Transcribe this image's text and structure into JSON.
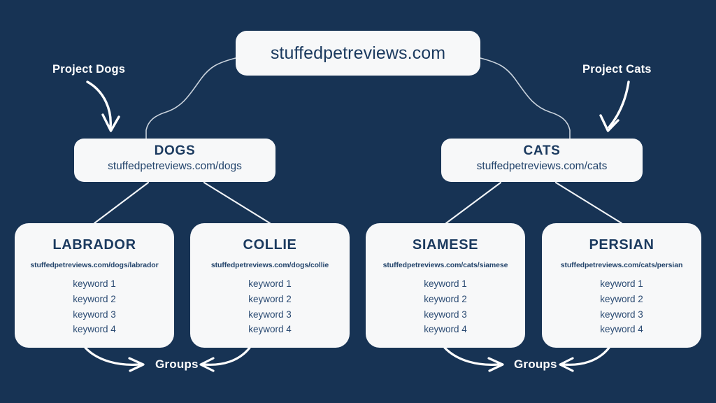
{
  "canvas": {
    "background_color": "#173354",
    "card_color": "#f7f8f9",
    "text_color": "#1b3a5f",
    "annotation_color": "#ffffff"
  },
  "root": {
    "title": "stuffedpetreviews.com"
  },
  "categories": [
    {
      "name": "DOGS",
      "url": "stuffedpetreviews.com/dogs"
    },
    {
      "name": "CATS",
      "url": "stuffedpetreviews.com/cats"
    }
  ],
  "leaves": [
    {
      "name": "LABRADOR",
      "url": "stuffedpetreviews.com/dogs/labrador",
      "keywords": [
        "keyword 1",
        "keyword 2",
        "keyword 3",
        "keyword 4"
      ]
    },
    {
      "name": "COLLIE",
      "url": "stuffedpetreviews.com/dogs/collie",
      "keywords": [
        "keyword 1",
        "keyword 2",
        "keyword 3",
        "keyword 4"
      ]
    },
    {
      "name": "SIAMESE",
      "url": "stuffedpetreviews.com/cats/siamese",
      "keywords": [
        "keyword 1",
        "keyword 2",
        "keyword 3",
        "keyword 4"
      ]
    },
    {
      "name": "PERSIAN",
      "url": "stuffedpetreviews.com/cats/persian",
      "keywords": [
        "keyword 1",
        "keyword 2",
        "keyword 3",
        "keyword 4"
      ]
    }
  ],
  "annotations": {
    "project_dogs": "Project Dogs",
    "project_cats": "Project Cats",
    "groups_left": "Groups",
    "groups_right": "Groups"
  }
}
